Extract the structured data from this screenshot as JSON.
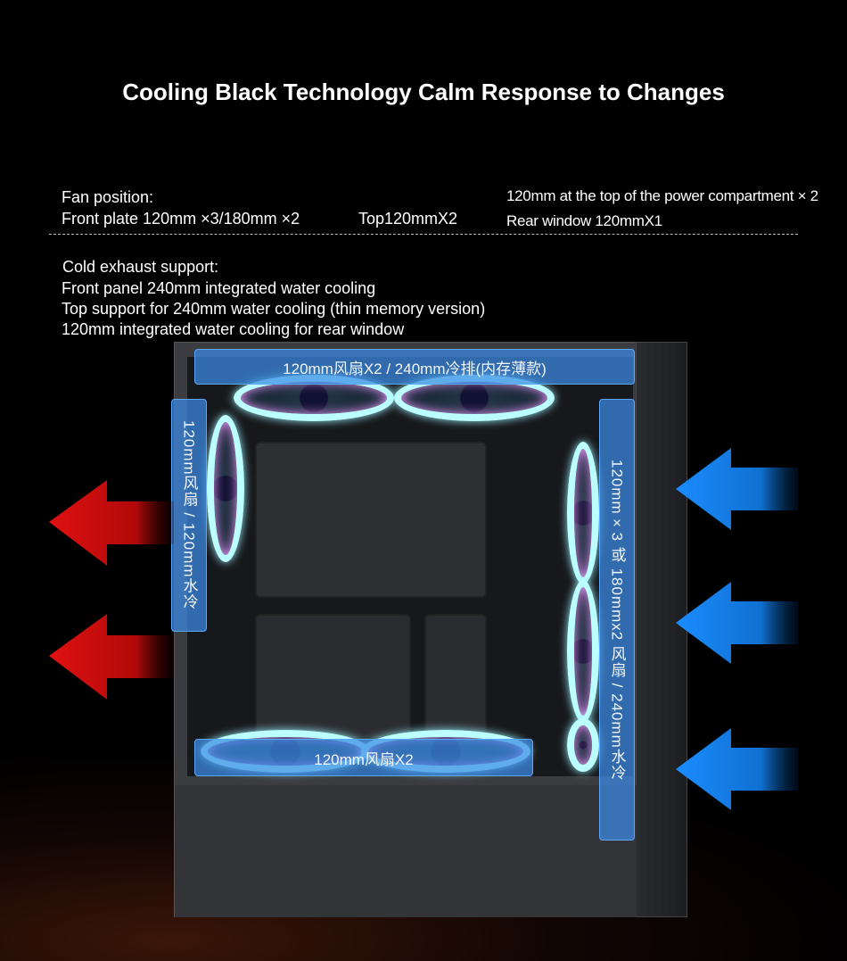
{
  "title": "Cooling Black Technology Calm Response to Changes",
  "fan_position": {
    "heading": "Fan position:",
    "front": "Front plate 120mm ×3/180mm ×2",
    "top": "Top120mmX2",
    "psu_top": "120mm at the top of the power compartment × 2",
    "rear": "Rear window 120mmX1"
  },
  "cold_exhaust": {
    "heading": "Cold exhaust support:",
    "lines": [
      "Front panel 240mm integrated water cooling",
      "Top support for 240mm water cooling (thin memory version)",
      "120mm integrated water cooling for rear window"
    ]
  },
  "labels": {
    "top": "120mm风扇X2 / 240mm冷排(内存薄款)",
    "rear": "120mm风扇 / 120mm水冷",
    "front": "120mm×3 或 180mmx2 风扇 / 240mm水冷",
    "bottom": "120mm风扇X2"
  },
  "colors": {
    "exhaust_arrow": "#e01010",
    "intake_arrow": "#1a8cff",
    "label_bg": "#3c8ce6"
  }
}
